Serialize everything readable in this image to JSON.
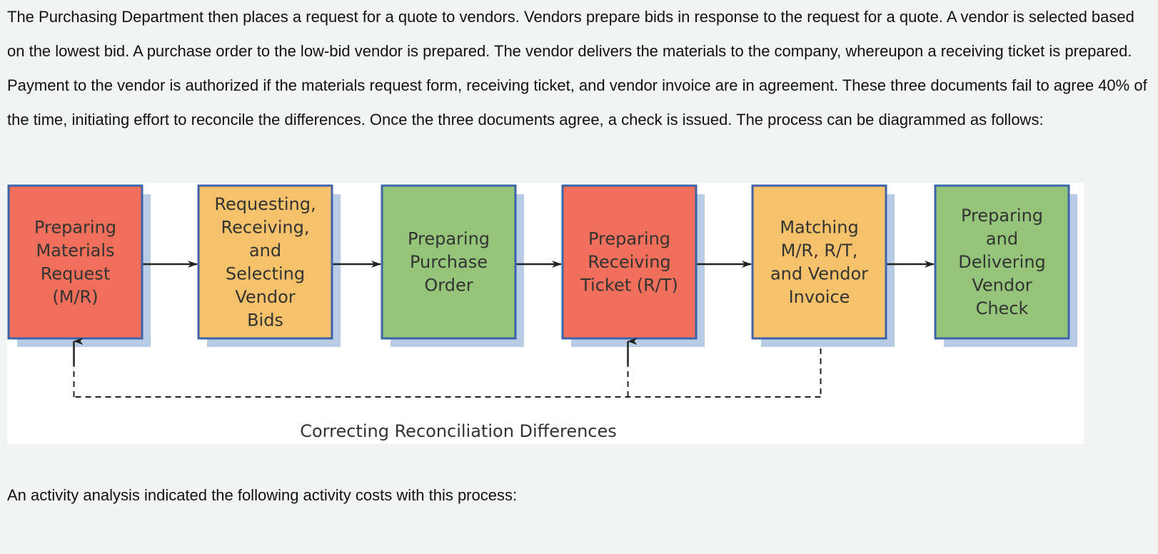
{
  "intro_text": "The Purchasing Department then places a request for a quote to vendors. Vendors prepare bids in response to the request for a quote. A vendor is selected based on the lowest bid. A purchase order to the low-bid vendor is prepared. The vendor delivers the materials to the company, whereupon a receiving ticket is prepared. Payment to the vendor is authorized if the materials request form, receiving ticket, and vendor invoice are in agreement. These three documents fail to agree 40% of the time, initiating effort to reconcile the differences. Once the three documents agree, a check is issued. The process can be diagrammed as follows:",
  "diagram": {
    "boxes": [
      {
        "id": "materials-request",
        "lines": [
          "Preparing",
          "Materials",
          "Request",
          "(M/R)"
        ],
        "color": "#ef6f5b"
      },
      {
        "id": "vendor-bids",
        "lines": [
          "Requesting,",
          "Receiving,",
          "and",
          "Selecting",
          "Vendor",
          "Bids"
        ],
        "color": "#f5c26b"
      },
      {
        "id": "purchase-order",
        "lines": [
          "Preparing",
          "Purchase",
          "Order"
        ],
        "color": "#95c57a"
      },
      {
        "id": "receiving-ticket",
        "lines": [
          "Preparing",
          "Receiving",
          "Ticket (R/T)"
        ],
        "color": "#ef6f5b"
      },
      {
        "id": "matching",
        "lines": [
          "Matching",
          "M/R, R/T,",
          "and Vendor",
          "Invoice"
        ],
        "color": "#f5c26b"
      },
      {
        "id": "vendor-check",
        "lines": [
          "Preparing",
          "and",
          "Delivering",
          "Vendor",
          "Check"
        ],
        "color": "#95c57a"
      }
    ],
    "border_color": "#3d63a8",
    "shadow_color": "#b9cce6",
    "feedback_label": "Correcting Reconciliation Differences"
  },
  "outro_text": "An activity analysis indicated the following activity costs with this process:"
}
